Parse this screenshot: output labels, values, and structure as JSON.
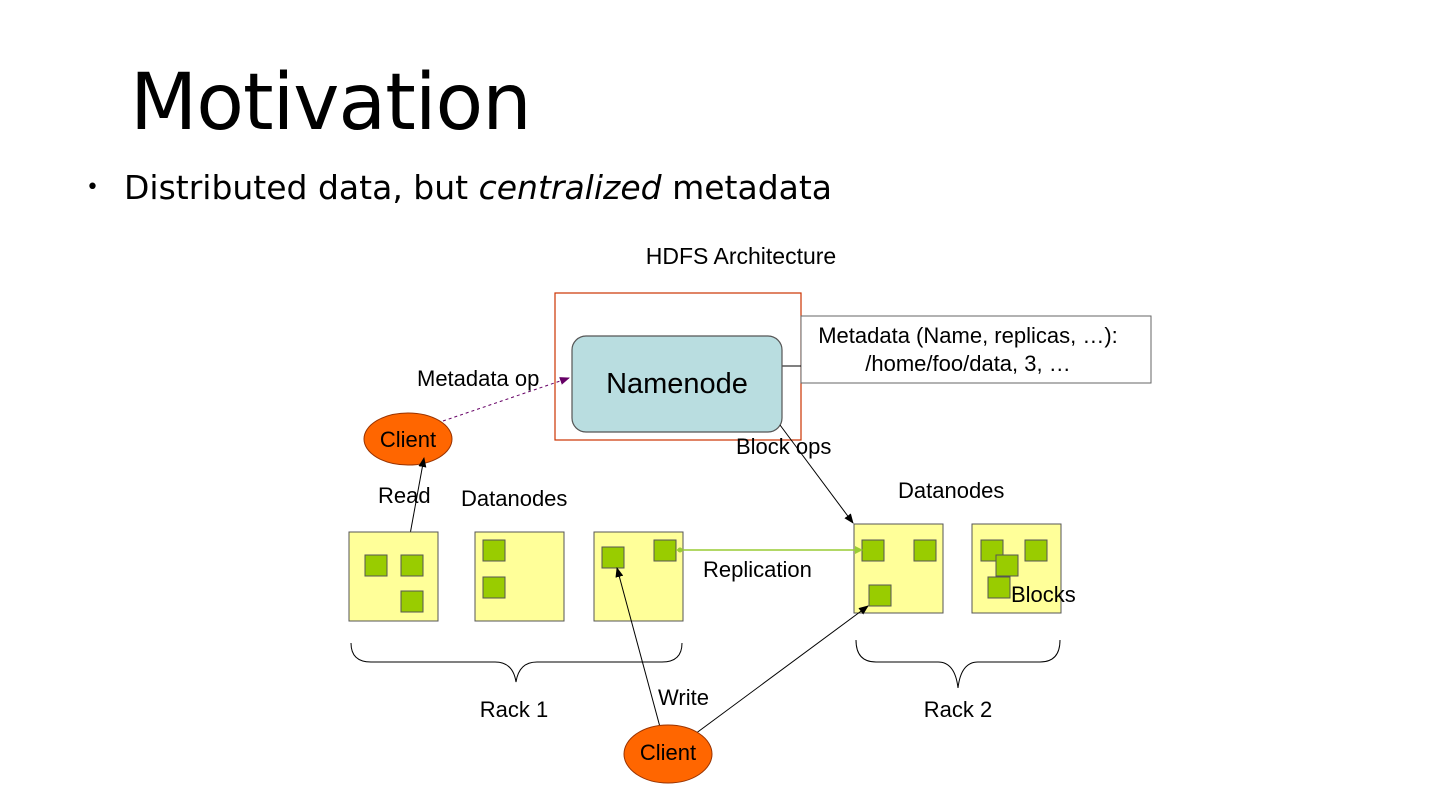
{
  "slide": {
    "title": "Motivation",
    "bullet": {
      "before": "Distributed data, but ",
      "emphasis": "centralized",
      "after": " metadata"
    }
  },
  "diagram": {
    "title": "HDFS Architecture",
    "namenode": "Namenode",
    "metadata_line1": "Metadata (Name, replicas, …):",
    "metadata_line2": "/home/foo/data, 3, …",
    "metadata_op": "Metadata op",
    "block_ops": "Block ops",
    "client_top": "Client",
    "client_bottom": "Client",
    "read": "Read",
    "write": "Write",
    "datanodes_left": "Datanodes",
    "datanodes_right": "Datanodes",
    "replication": "Replication",
    "blocks": "Blocks",
    "rack1": "Rack 1",
    "rack2": "Rack 2",
    "colors": {
      "namenode_fill": "#b9dde0",
      "datanode_fill": "#ffff99",
      "block_fill": "#99cc00",
      "client_fill": "#ff6600",
      "namenode_frame": "#cc3300",
      "metadata_op_line": "#660066",
      "replication_line": "#99cc33"
    }
  }
}
